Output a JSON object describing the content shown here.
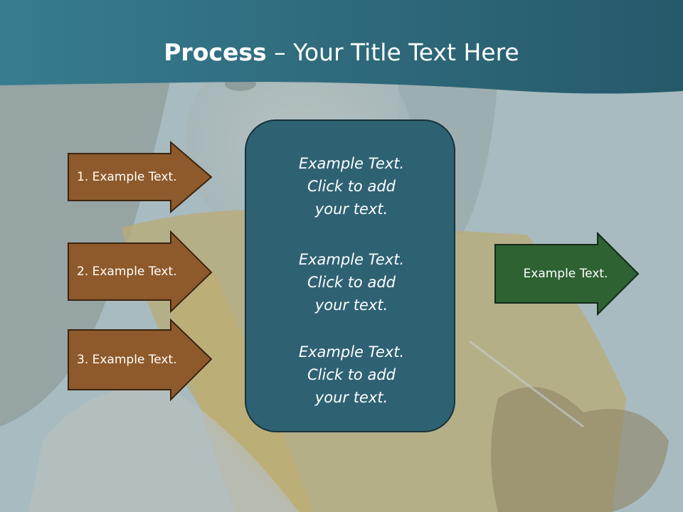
{
  "slide": {
    "title_bold": "Process",
    "title_rest": " – Your Title Text Here"
  },
  "left_arrows": [
    {
      "label": "1. Example Text."
    },
    {
      "label": "2. Example Text."
    },
    {
      "label": "3. Example Text."
    }
  ],
  "center_items": [
    {
      "line1": "Example Text.",
      "line2": "Click  to add",
      "line3": "your text."
    },
    {
      "line1": "Example Text.",
      "line2": "Click  to add",
      "line3": "your text."
    },
    {
      "line1": "Example Text.",
      "line2": "Click  to add",
      "line3": "your text."
    }
  ],
  "right_arrow": {
    "label": "Example Text."
  },
  "colors": {
    "header_band": "#2f6a7c",
    "left_arrow_fill": "#8e5a2b",
    "center_box_fill": "#2e6273",
    "right_arrow_fill": "#2e6233"
  }
}
